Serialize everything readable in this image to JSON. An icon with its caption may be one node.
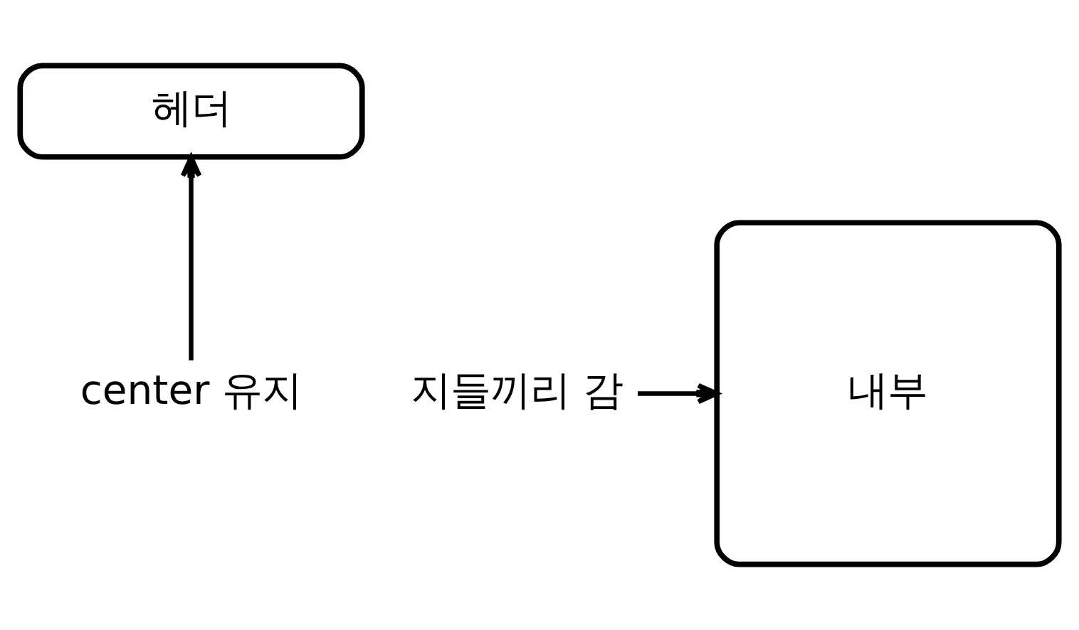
{
  "diagram": {
    "nodes": [
      {
        "text": [
          "헤더"
        ]
      },
      {
        "text": [
          "center 유지"
        ]
      },
      {
        "text": [
          "내부"
        ]
      },
      {
        "text": [
          "지들끼리 감"
        ]
      }
    ],
    "edges": [
      {
        "from": 1,
        "to": 0,
        "arrow": "to"
      },
      {
        "from": 3,
        "to": 2,
        "arrow": "to"
      }
    ]
  }
}
